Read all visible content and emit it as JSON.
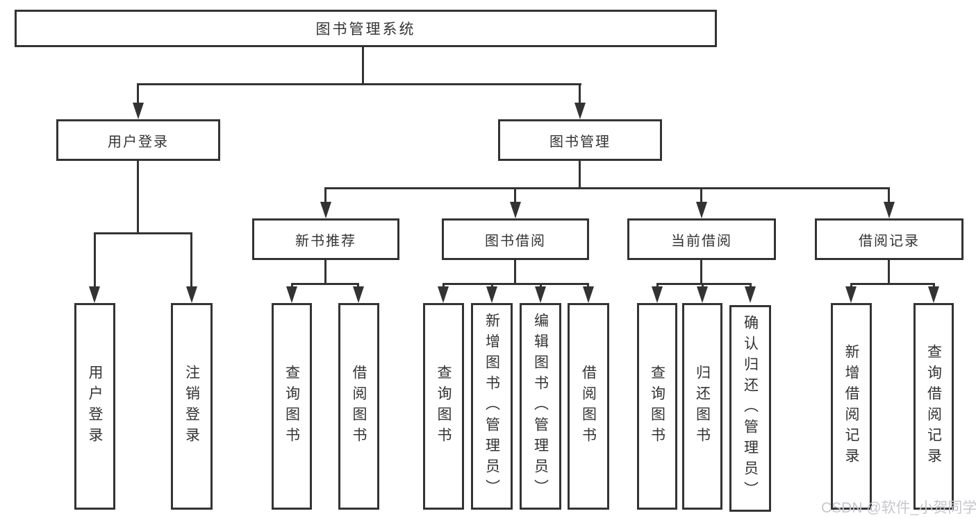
{
  "root": {
    "label": "图书管理系统"
  },
  "branches": {
    "login": {
      "label": "用户登录",
      "children": [
        "用户登录",
        "注销登录"
      ]
    },
    "manage": {
      "label": "图书管理"
    }
  },
  "sections": [
    {
      "label": "新书推荐",
      "children": [
        "查询图书",
        "借阅图书"
      ]
    },
    {
      "label": "图书借阅",
      "children": [
        "查询图书",
        "新增图书（管理员）",
        "编辑图书（管理员）",
        "借阅图书"
      ]
    },
    {
      "label": "当前借阅",
      "children": [
        "查询图书",
        "归还图书",
        "确认归还（管理员）"
      ]
    },
    {
      "label": "借阅记录",
      "children": [
        "新增借阅记录",
        "查询借阅记录"
      ]
    }
  ],
  "watermark": {
    "text": "CSDN @软件_小贺同学"
  },
  "colors": {
    "line": "#333333",
    "text": "#333333",
    "watermark": "#c6c6ce",
    "bg": "#ffffff"
  }
}
